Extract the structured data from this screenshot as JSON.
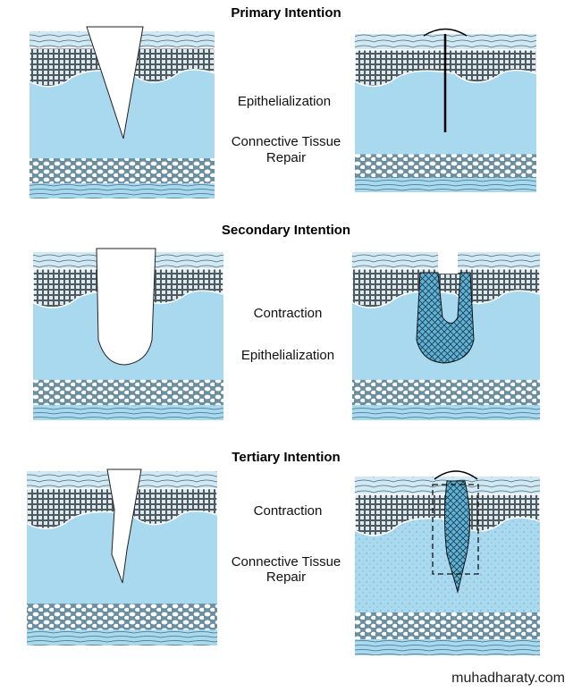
{
  "sections": [
    {
      "title": "Primary Intention",
      "labels": [
        "Epithelialization",
        "Connective Tissue",
        "Repair"
      ]
    },
    {
      "title": "Secondary Intention",
      "labels": [
        "Contraction",
        "Epithelialization"
      ]
    },
    {
      "title": "Tertiary Intention",
      "labels": [
        "Contraction",
        "Connective Tissue",
        "Repair"
      ]
    }
  ],
  "watermark": "muhadharaty.com",
  "colors": {
    "dermis": "#a9d9ef",
    "epidermis": "#cfe9f5",
    "cells": "#6f7f88",
    "granulation": "#5fb3d8"
  }
}
